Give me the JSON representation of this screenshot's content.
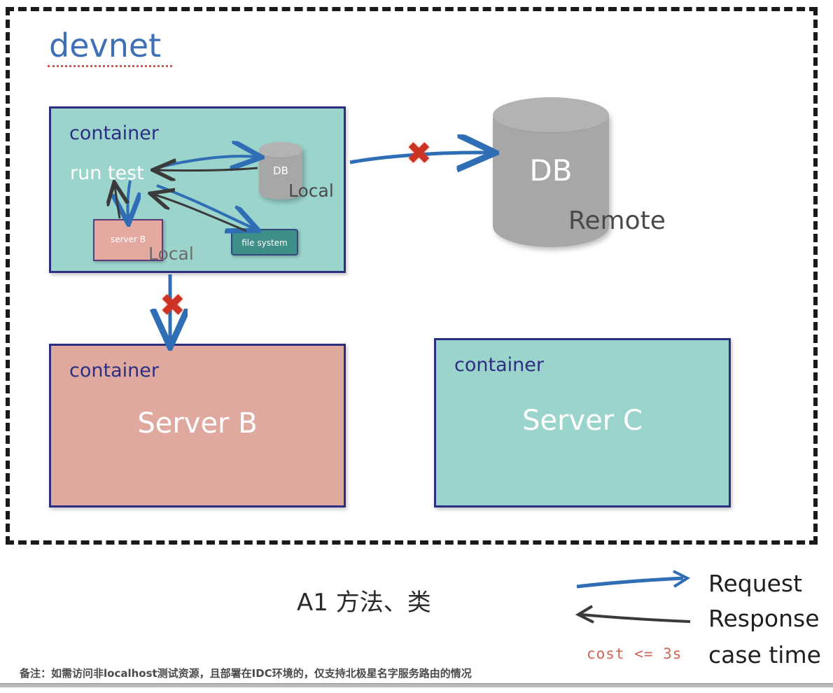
{
  "title": "devnet",
  "diagram": {
    "outer_region_name": "devnet",
    "main_container": {
      "label": "container",
      "run_test": "run test",
      "inner_server_b": "server B",
      "inner_server_b_scope": "Local",
      "file_system": "file system",
      "db_label": "DB",
      "db_scope": "Local"
    },
    "remote_db": {
      "label": "DB",
      "scope": "Remote"
    },
    "container_b": {
      "label": "container",
      "title": "Server B"
    },
    "container_c": {
      "label": "container",
      "title": "Server C"
    },
    "blocked_marks": [
      {
        "name": "to-remote-db",
        "symbol": "✖"
      },
      {
        "name": "to-server-b",
        "symbol": "✖"
      }
    ]
  },
  "caption": "A1  方法、类",
  "legend": {
    "items": [
      {
        "glyph": "arrow-right-blue",
        "label": "Request"
      },
      {
        "glyph": "arrow-left-black",
        "label": "Response"
      },
      {
        "glyph": "cost-text",
        "label": "case time",
        "value": "cost <= 3s"
      }
    ]
  },
  "footer_note": "备注：如需访问非localhost测试资源，且部署在IDC环境的，仅支持北极星名字服务路由的情况",
  "colors": {
    "teal": "#9bd4cd",
    "salmon": "#dfa99f",
    "navy_border": "#2e2e80",
    "request_blue": "#2f6db5",
    "response_black": "#3a3a3a",
    "x_red": "#cc3322",
    "title_blue": "#3f6fb5",
    "underline_red": "#d9534f"
  }
}
